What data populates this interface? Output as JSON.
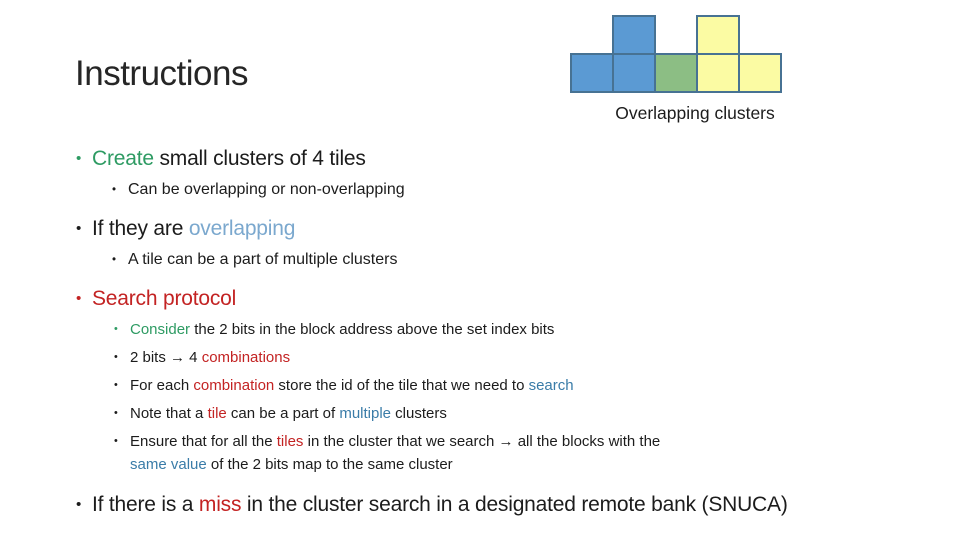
{
  "slide": {
    "title": "Instructions"
  },
  "colors": {
    "text": "#1c1c1c",
    "title": "#262626",
    "green": "#2e9b63",
    "red": "#c32323",
    "lightblue": "#7ba8ce",
    "blue": "#3a7ca8",
    "tile_blue": "#5b9ad3",
    "tile_green": "#8cbe84",
    "tile_yellow": "#fbfba3",
    "tile_border": "#477293"
  },
  "diagram": {
    "caption": "Overlapping clusters",
    "grid": {
      "rows": 2,
      "cols": 5
    },
    "tiles": [
      {
        "row": 0,
        "col": 1,
        "color": "tile_blue"
      },
      {
        "row": 0,
        "col": 3,
        "color": "tile_yellow"
      },
      {
        "row": 1,
        "col": 0,
        "color": "tile_blue"
      },
      {
        "row": 1,
        "col": 1,
        "color": "tile_blue"
      },
      {
        "row": 1,
        "col": 2,
        "color": "tile_green"
      },
      {
        "row": 1,
        "col": 3,
        "color": "tile_yellow"
      },
      {
        "row": 1,
        "col": 4,
        "color": "tile_yellow"
      }
    ]
  },
  "bullets": [
    {
      "level": 1,
      "segments": [
        {
          "text": "Create",
          "color": "green"
        },
        {
          "text": " small clusters of 4 tiles",
          "color": "text"
        }
      ]
    },
    {
      "level": 2,
      "segments": [
        {
          "text": "Can be overlapping or non-overlapping",
          "color": "text"
        }
      ]
    },
    {
      "level": 1,
      "segments": [
        {
          "text": "If they are ",
          "color": "text"
        },
        {
          "text": "overlapping",
          "color": "lightblue"
        }
      ]
    },
    {
      "level": 2,
      "segments": [
        {
          "text": "A tile can be a part of multiple clusters",
          "color": "text"
        }
      ]
    },
    {
      "level": 1,
      "segments": [
        {
          "text": "Search protocol",
          "color": "red"
        }
      ]
    },
    {
      "level": 3,
      "segments": [
        {
          "text": "Consider",
          "color": "green"
        },
        {
          "text": " the 2 bits in the block address above the set index bits",
          "color": "text"
        }
      ]
    },
    {
      "level": 3,
      "segments": [
        {
          "text": "2 bits → 4 ",
          "color": "text"
        },
        {
          "text": "combinations",
          "color": "red"
        }
      ]
    },
    {
      "level": 3,
      "segments": [
        {
          "text": "For each ",
          "color": "text"
        },
        {
          "text": "combination",
          "color": "red"
        },
        {
          "text": " store the id of the tile that we need to ",
          "color": "text"
        },
        {
          "text": "search",
          "color": "blue"
        }
      ]
    },
    {
      "level": 3,
      "segments": [
        {
          "text": "Note that a ",
          "color": "text"
        },
        {
          "text": "tile",
          "color": "red"
        },
        {
          "text": " can be a part of ",
          "color": "text"
        },
        {
          "text": "multiple",
          "color": "blue"
        },
        {
          "text": " clusters",
          "color": "text"
        }
      ]
    },
    {
      "level": 3,
      "segments": [
        {
          "text": "Ensure that for all the ",
          "color": "text"
        },
        {
          "text": "tiles",
          "color": "red"
        },
        {
          "text": " in the cluster that we search → all the blocks with the ",
          "color": "text"
        },
        {
          "br": true
        },
        {
          "text": "same value",
          "color": "blue"
        },
        {
          "text": " of the 2 bits map to the same cluster",
          "color": "text"
        }
      ]
    },
    {
      "level": 1,
      "segments": [
        {
          "text": "If there is a ",
          "color": "text"
        },
        {
          "text": "miss",
          "color": "red"
        },
        {
          "text": " in the cluster search in a designated remote bank (SNUCA)",
          "color": "text"
        }
      ]
    }
  ]
}
